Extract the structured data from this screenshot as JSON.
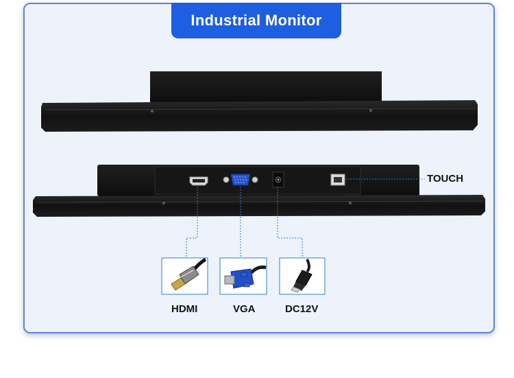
{
  "header": {
    "title": "Industrial  Monitor"
  },
  "ports": {
    "touch": {
      "label": "TOUCH"
    },
    "hdmi": {
      "label": "HDMI"
    },
    "vga": {
      "label": "VGA"
    },
    "dc": {
      "label": "DC12V"
    }
  },
  "colors": {
    "accent": "#1e5ee0",
    "card_border": "#5b86cf",
    "card_bg": "#edf2fb",
    "callout_line": "#2f80c9",
    "device": "#141414"
  },
  "icons": [
    "hdmi-cable-icon",
    "vga-cable-icon",
    "dc-power-cable-icon"
  ]
}
